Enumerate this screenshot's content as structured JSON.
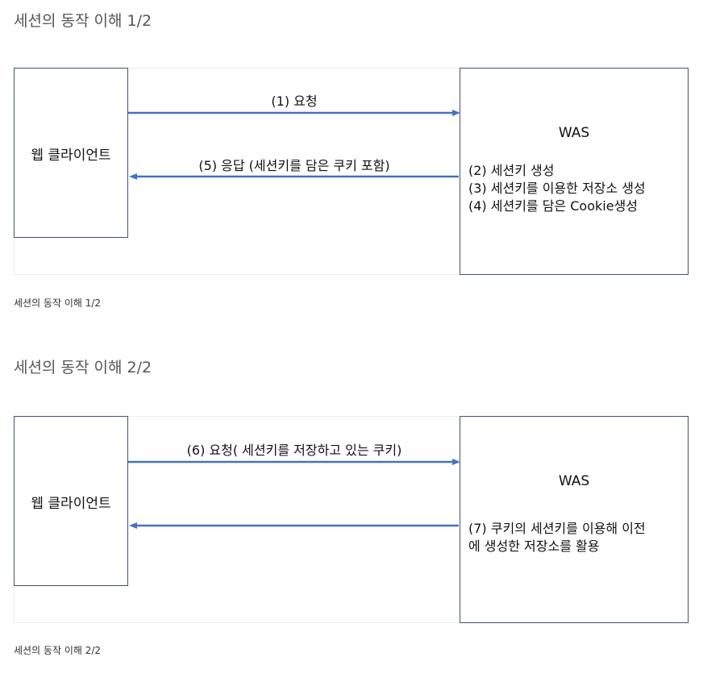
{
  "section1": {
    "heading": "세션의 동작 이해 1/2",
    "client_label": "웹 클라이언트",
    "was_title": "WAS",
    "arrow_request_label": "(1) 요청",
    "arrow_response_label": "(5) 응답 (세션키를 담은 쿠키 포함)",
    "was_lines": [
      "(2) 세션키 생성",
      "(3) 세션키를 이용한 저장소 생성",
      "(4) 세션키를 담은 Cookie생성"
    ],
    "caption": "세션의 동작 이해 1/2"
  },
  "section2": {
    "heading": "세션의 동작 이해 2/2",
    "client_label": "웹 클라이언트",
    "was_title": "WAS",
    "arrow_request_label": "(6) 요청( 세션키를 저장하고 있는 쿠키)",
    "was_lines": [
      "(7) 쿠키의 세션키를 이용해 이전",
      "에 생성한 저장소를 활용"
    ],
    "caption": "세션의 동작 이해 2/2"
  },
  "colors": {
    "arrow": "#4472c4",
    "box_border": "#44546a"
  }
}
